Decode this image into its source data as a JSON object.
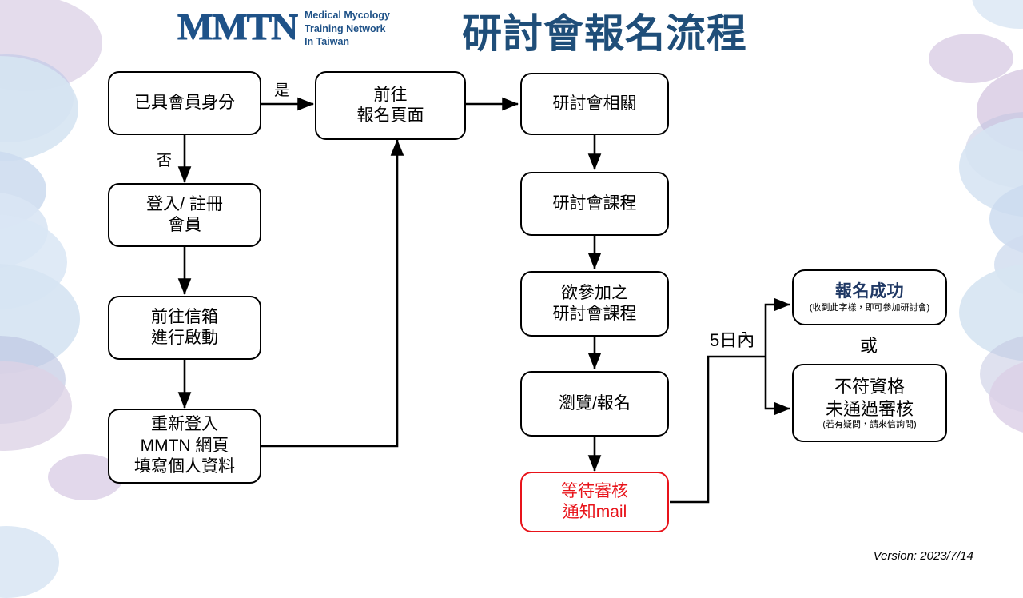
{
  "header": {
    "logo_mark": "MMTN",
    "logo_line1": "Medical Mycology",
    "logo_line2": "Training Network",
    "logo_line3": "In Taiwan",
    "title": "研討會報名流程",
    "brand_color": "#1F5288",
    "title_color": "#1F4E79"
  },
  "nodes": {
    "member_check": {
      "line1": "已具會員身分"
    },
    "login_register": {
      "line1": "登入/ 註冊",
      "line2": "會員"
    },
    "mailbox_activate": {
      "line1": "前往信箱",
      "line2": "進行啟動"
    },
    "relogin_profile": {
      "line1": "重新登入",
      "line2": "MMTN 網頁",
      "line3": "填寫個人資料"
    },
    "goto_signup": {
      "line1": "前往",
      "line2": "報名頁面"
    },
    "seminar_related": {
      "line1": "研討會相關"
    },
    "seminar_course": {
      "line1": "研討會課程"
    },
    "desired_course": {
      "line1": "欲參加之",
      "line2": "研討會課程"
    },
    "browse_signup": {
      "line1": "瀏覽/報名"
    },
    "await_review": {
      "line1": "等待審核",
      "line2": "通知mail",
      "color": "#E8131A"
    },
    "success": {
      "headline": "報名成功",
      "note": "(收到此字樣，即可參加研討會)",
      "headline_color": "#1F3864"
    },
    "reject": {
      "line1": "不符資格",
      "line2": "未通過審核",
      "note": "(若有疑問，請來信詢問)"
    }
  },
  "edge_labels": {
    "yes": "是",
    "no": "否",
    "within_five_days": "5日內",
    "or": "或"
  },
  "footer": {
    "version": "Version: 2023/7/14"
  }
}
